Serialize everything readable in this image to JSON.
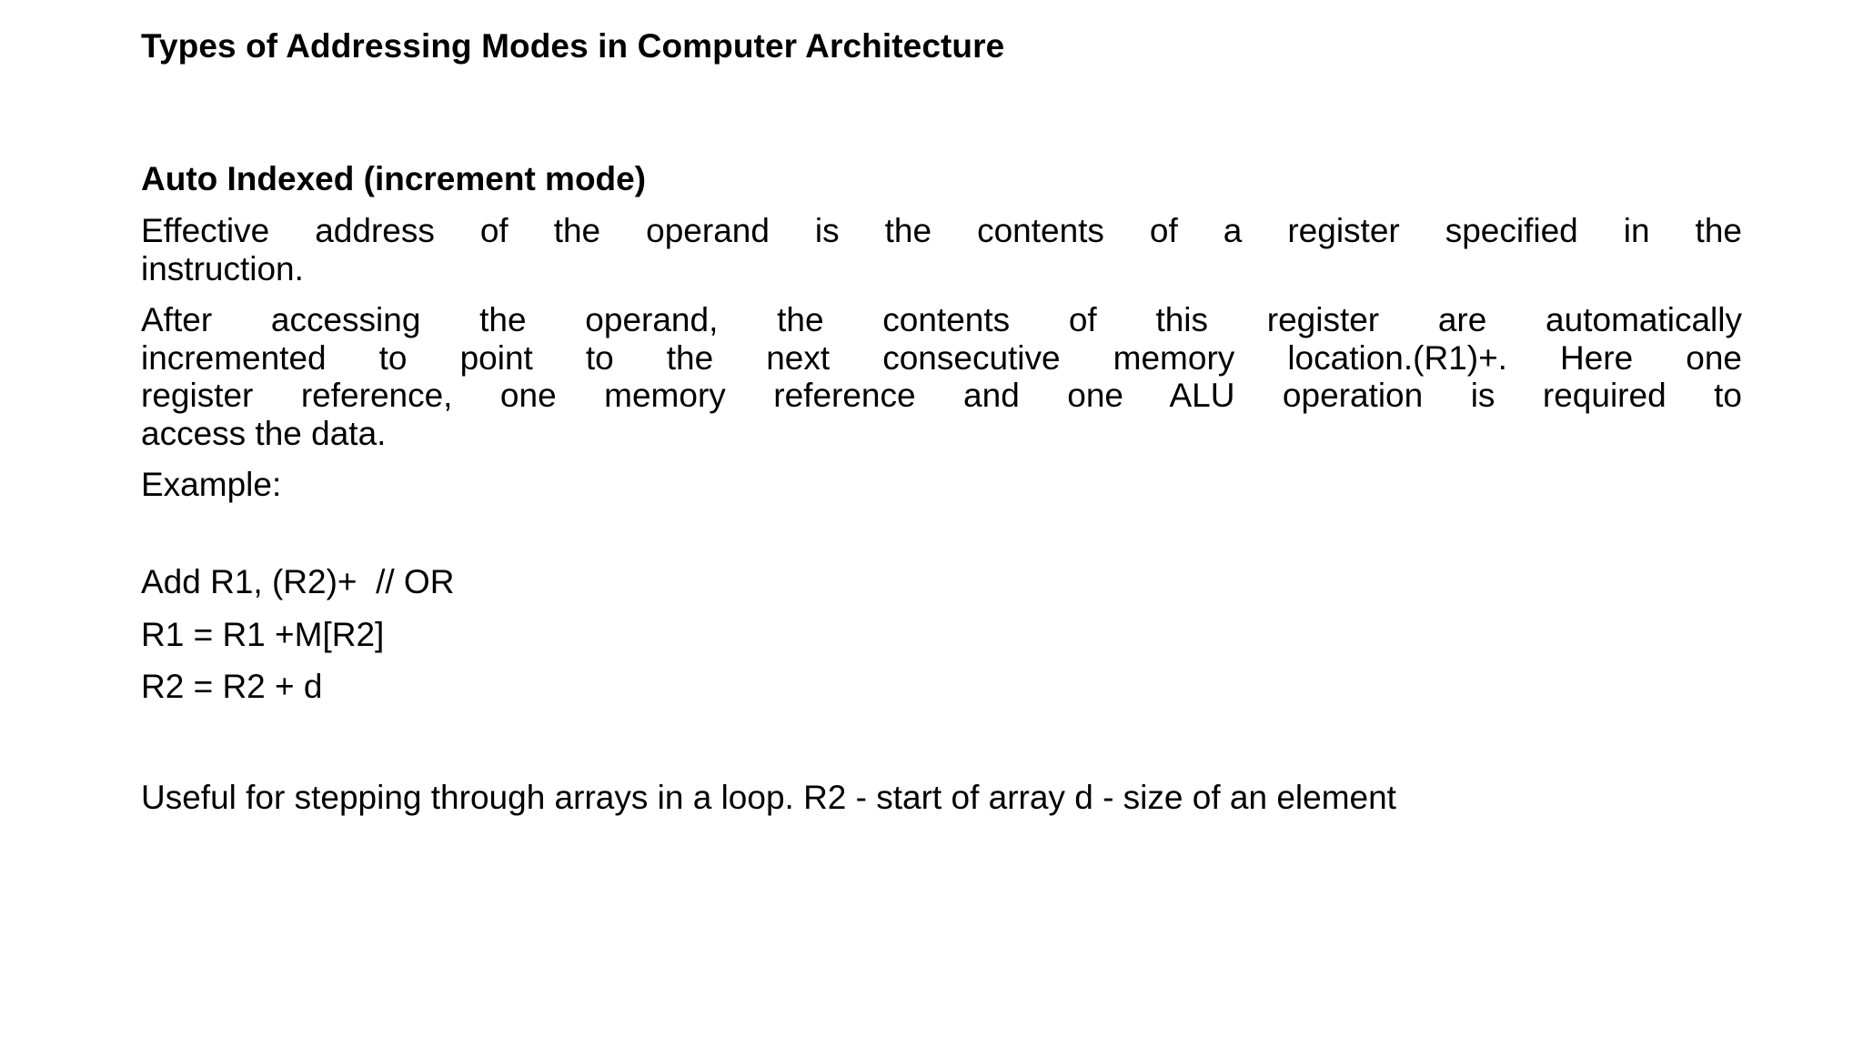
{
  "slide": {
    "title": "Types of Addressing Modes in Computer Architecture",
    "section_heading": "Auto Indexed (increment mode)",
    "paragraphs": [
      {
        "id": "effective-address",
        "lines": [
          "Effective address of the operand is the contents of a register specified in the",
          "instruction."
        ],
        "text": "Effective address of the operand is the contents of a register specified in the instruction."
      },
      {
        "id": "after-accessing",
        "lines": [
          "After accessing the operand, the contents of this register are automatically",
          "incremented to point to the next consecutive memory location.(R1)+. Here one",
          "register reference, one memory reference and one ALU operation is required to",
          "access the data."
        ],
        "text": "After accessing the operand, the contents of this register are automatically incremented to point to the next consecutive memory location.(R1)+. Here one register reference, one memory reference and one ALU operation is required to access the data."
      }
    ],
    "example_label": "Example:",
    "example_lines": [
      "Add R1, (R2)+  // OR",
      "R1 = R1 +M[R2]",
      "R2 = R2 + d"
    ],
    "closing_note": "Useful for stepping through arrays in a loop. R2 - start of array d - size of an element",
    "colors": {
      "background": "#ffffff",
      "text": "#000000"
    }
  }
}
